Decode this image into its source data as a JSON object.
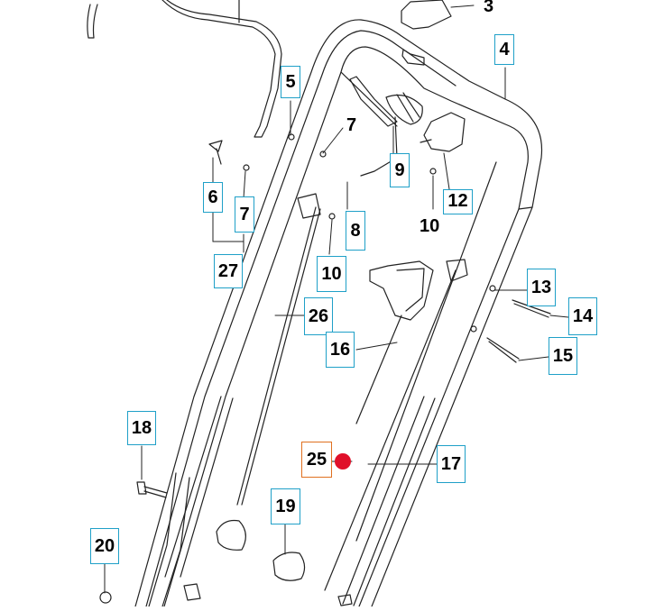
{
  "callouts": {
    "c3": "3",
    "c4": "4",
    "c5": "5",
    "c6": "6",
    "c7a": "7",
    "c7b": "7",
    "c8": "8",
    "c9": "9",
    "c10a": "10",
    "c10b": "10",
    "c12": "12",
    "c13": "13",
    "c14": "14",
    "c15": "15",
    "c16": "16",
    "c17": "17",
    "c18": "18",
    "c19": "19",
    "c20": "20",
    "c25": "25",
    "c26": "26",
    "c27": "27"
  },
  "colors": {
    "callout_border": "#1fa0c8",
    "highlight_border": "#e07020",
    "marker": "#e0102a",
    "line": "#222222"
  }
}
